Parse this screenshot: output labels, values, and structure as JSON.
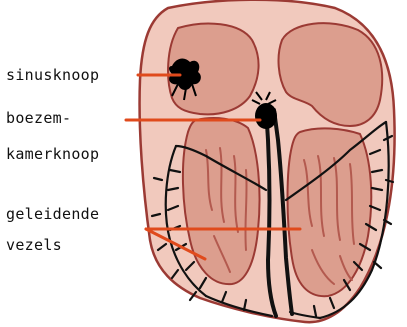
{
  "labels": {
    "sinusknoop": "sinusknoop",
    "boezemkamerknoop_line1": "boezem-",
    "boezemkamerknoop_line2": "kamerknoop",
    "geleidende_vezels_line1": "geleidende",
    "geleidende_vezels_line2": "vezels"
  },
  "colors": {
    "heart_outline": "#9b3a34",
    "heart_wall": "#f1c9bd",
    "chamber_fill": "#dc9e8e",
    "muscle_stripes": "#b35a4f",
    "leader_line": "#e04a1c",
    "conduction_fibers": "#111111",
    "node": "#000000"
  },
  "icons": [
    "sinoatrial-node-icon",
    "atrioventricular-node-icon"
  ]
}
